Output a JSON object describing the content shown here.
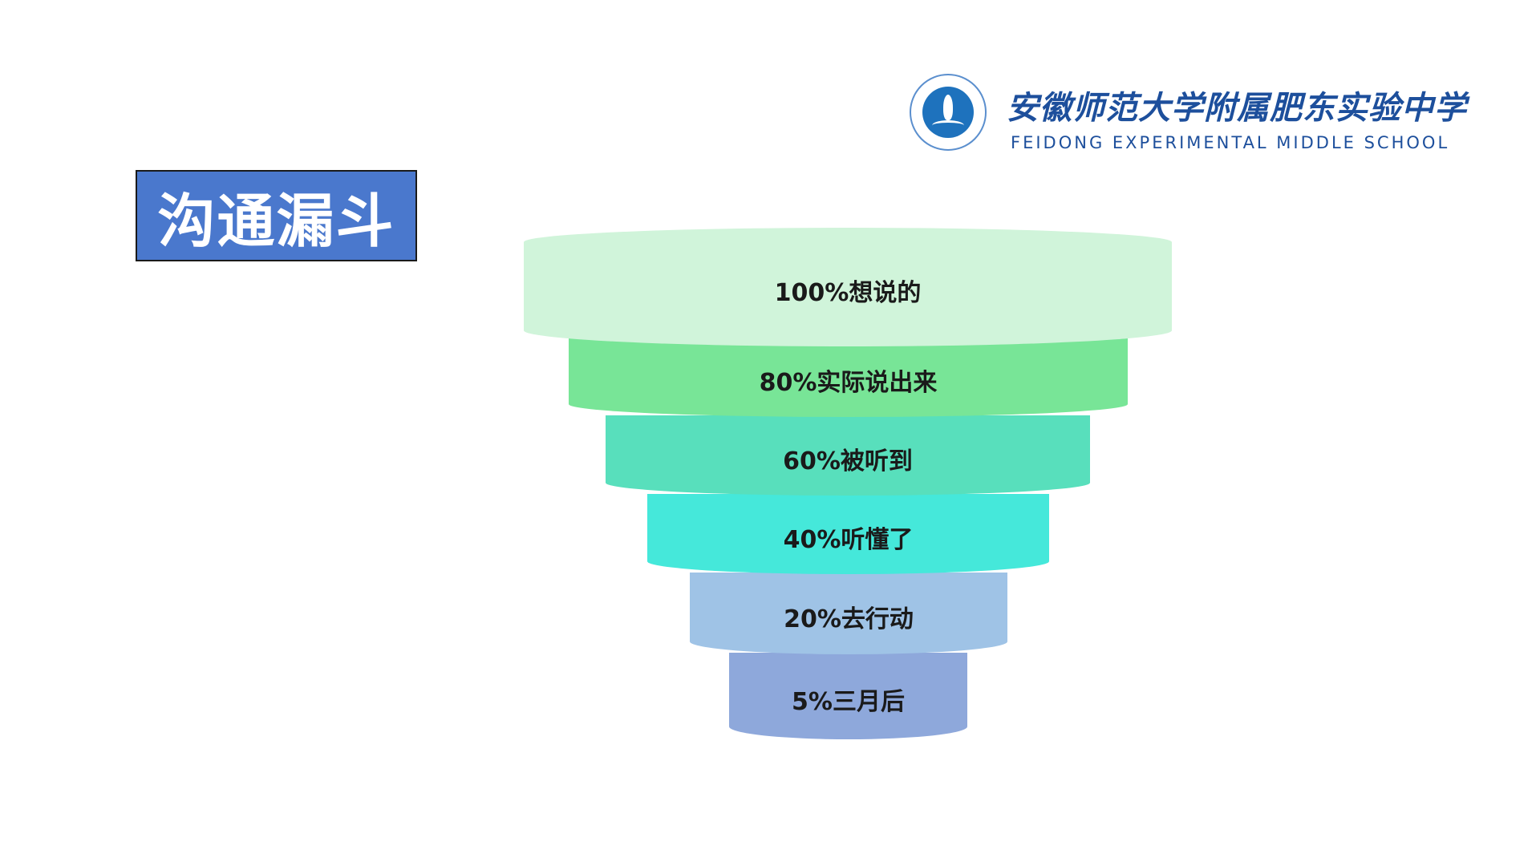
{
  "title": "沟通漏斗",
  "logo": {
    "name_cn": "安徽师范大学附属肥东实验中学",
    "name_en": "FEIDONG EXPERIMENTAL MIDDLE SCHOOL"
  },
  "funnel": [
    {
      "label": "100%想说的",
      "value": 100,
      "color": "#d0f4da"
    },
    {
      "label": "80%实际说出来",
      "value": 80,
      "color": "#78e597"
    },
    {
      "label": "60%被听到",
      "value": 60,
      "color": "#58dfbc"
    },
    {
      "label": "40%听懂了",
      "value": 40,
      "color": "#45e8da"
    },
    {
      "label": "20%去行动",
      "value": 20,
      "color": "#9fc3e6"
    },
    {
      "label": "5%三月后",
      "value": 5,
      "color": "#8ea8db"
    }
  ]
}
